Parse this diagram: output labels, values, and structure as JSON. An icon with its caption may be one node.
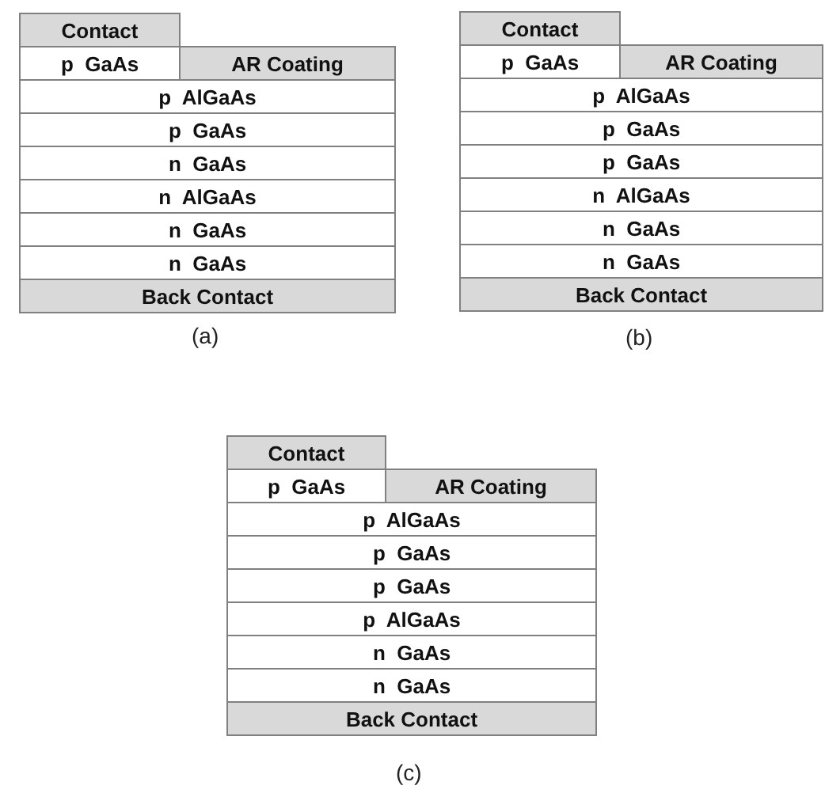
{
  "diagram": {
    "nodes": [
      {
        "text": [
          "Contact"
        ]
      },
      {
        "text": [
          "p  GaAs"
        ]
      },
      {
        "text": [
          "AR Coating"
        ]
      },
      {
        "text": [
          "p  AlGaAs"
        ]
      },
      {
        "text": [
          "p  GaAs"
        ]
      },
      {
        "text": [
          "n  GaAs"
        ]
      },
      {
        "text": [
          "n  AlGaAs"
        ]
      },
      {
        "text": [
          "n  GaAs"
        ]
      },
      {
        "text": [
          "n  GaAs"
        ]
      },
      {
        "text": [
          "Back Contact"
        ]
      },
      {
        "text": [
          "Contact"
        ]
      },
      {
        "text": [
          "p  GaAs"
        ]
      },
      {
        "text": [
          "AR Coating"
        ]
      },
      {
        "text": [
          "p  AlGaAs"
        ]
      },
      {
        "text": [
          "p  GaAs"
        ]
      },
      {
        "text": [
          "p  GaAs"
        ]
      },
      {
        "text": [
          "n  AlGaAs"
        ]
      },
      {
        "text": [
          "n  GaAs"
        ]
      },
      {
        "text": [
          "n  GaAs"
        ]
      },
      {
        "text": [
          "Back Contact"
        ]
      },
      {
        "text": [
          "Contact"
        ]
      },
      {
        "text": [
          "p  GaAs"
        ]
      },
      {
        "text": [
          "AR Coating"
        ]
      },
      {
        "text": [
          "p  AlGaAs"
        ]
      },
      {
        "text": [
          "p  GaAs"
        ]
      },
      {
        "text": [
          "p  GaAs"
        ]
      },
      {
        "text": [
          "p  AlGaAs"
        ]
      },
      {
        "text": [
          "n  GaAs"
        ]
      },
      {
        "text": [
          "n  GaAs"
        ]
      },
      {
        "text": [
          "Back Contact"
        ]
      }
    ],
    "labels": [
      "(a)",
      "(b)",
      "(c)"
    ]
  }
}
